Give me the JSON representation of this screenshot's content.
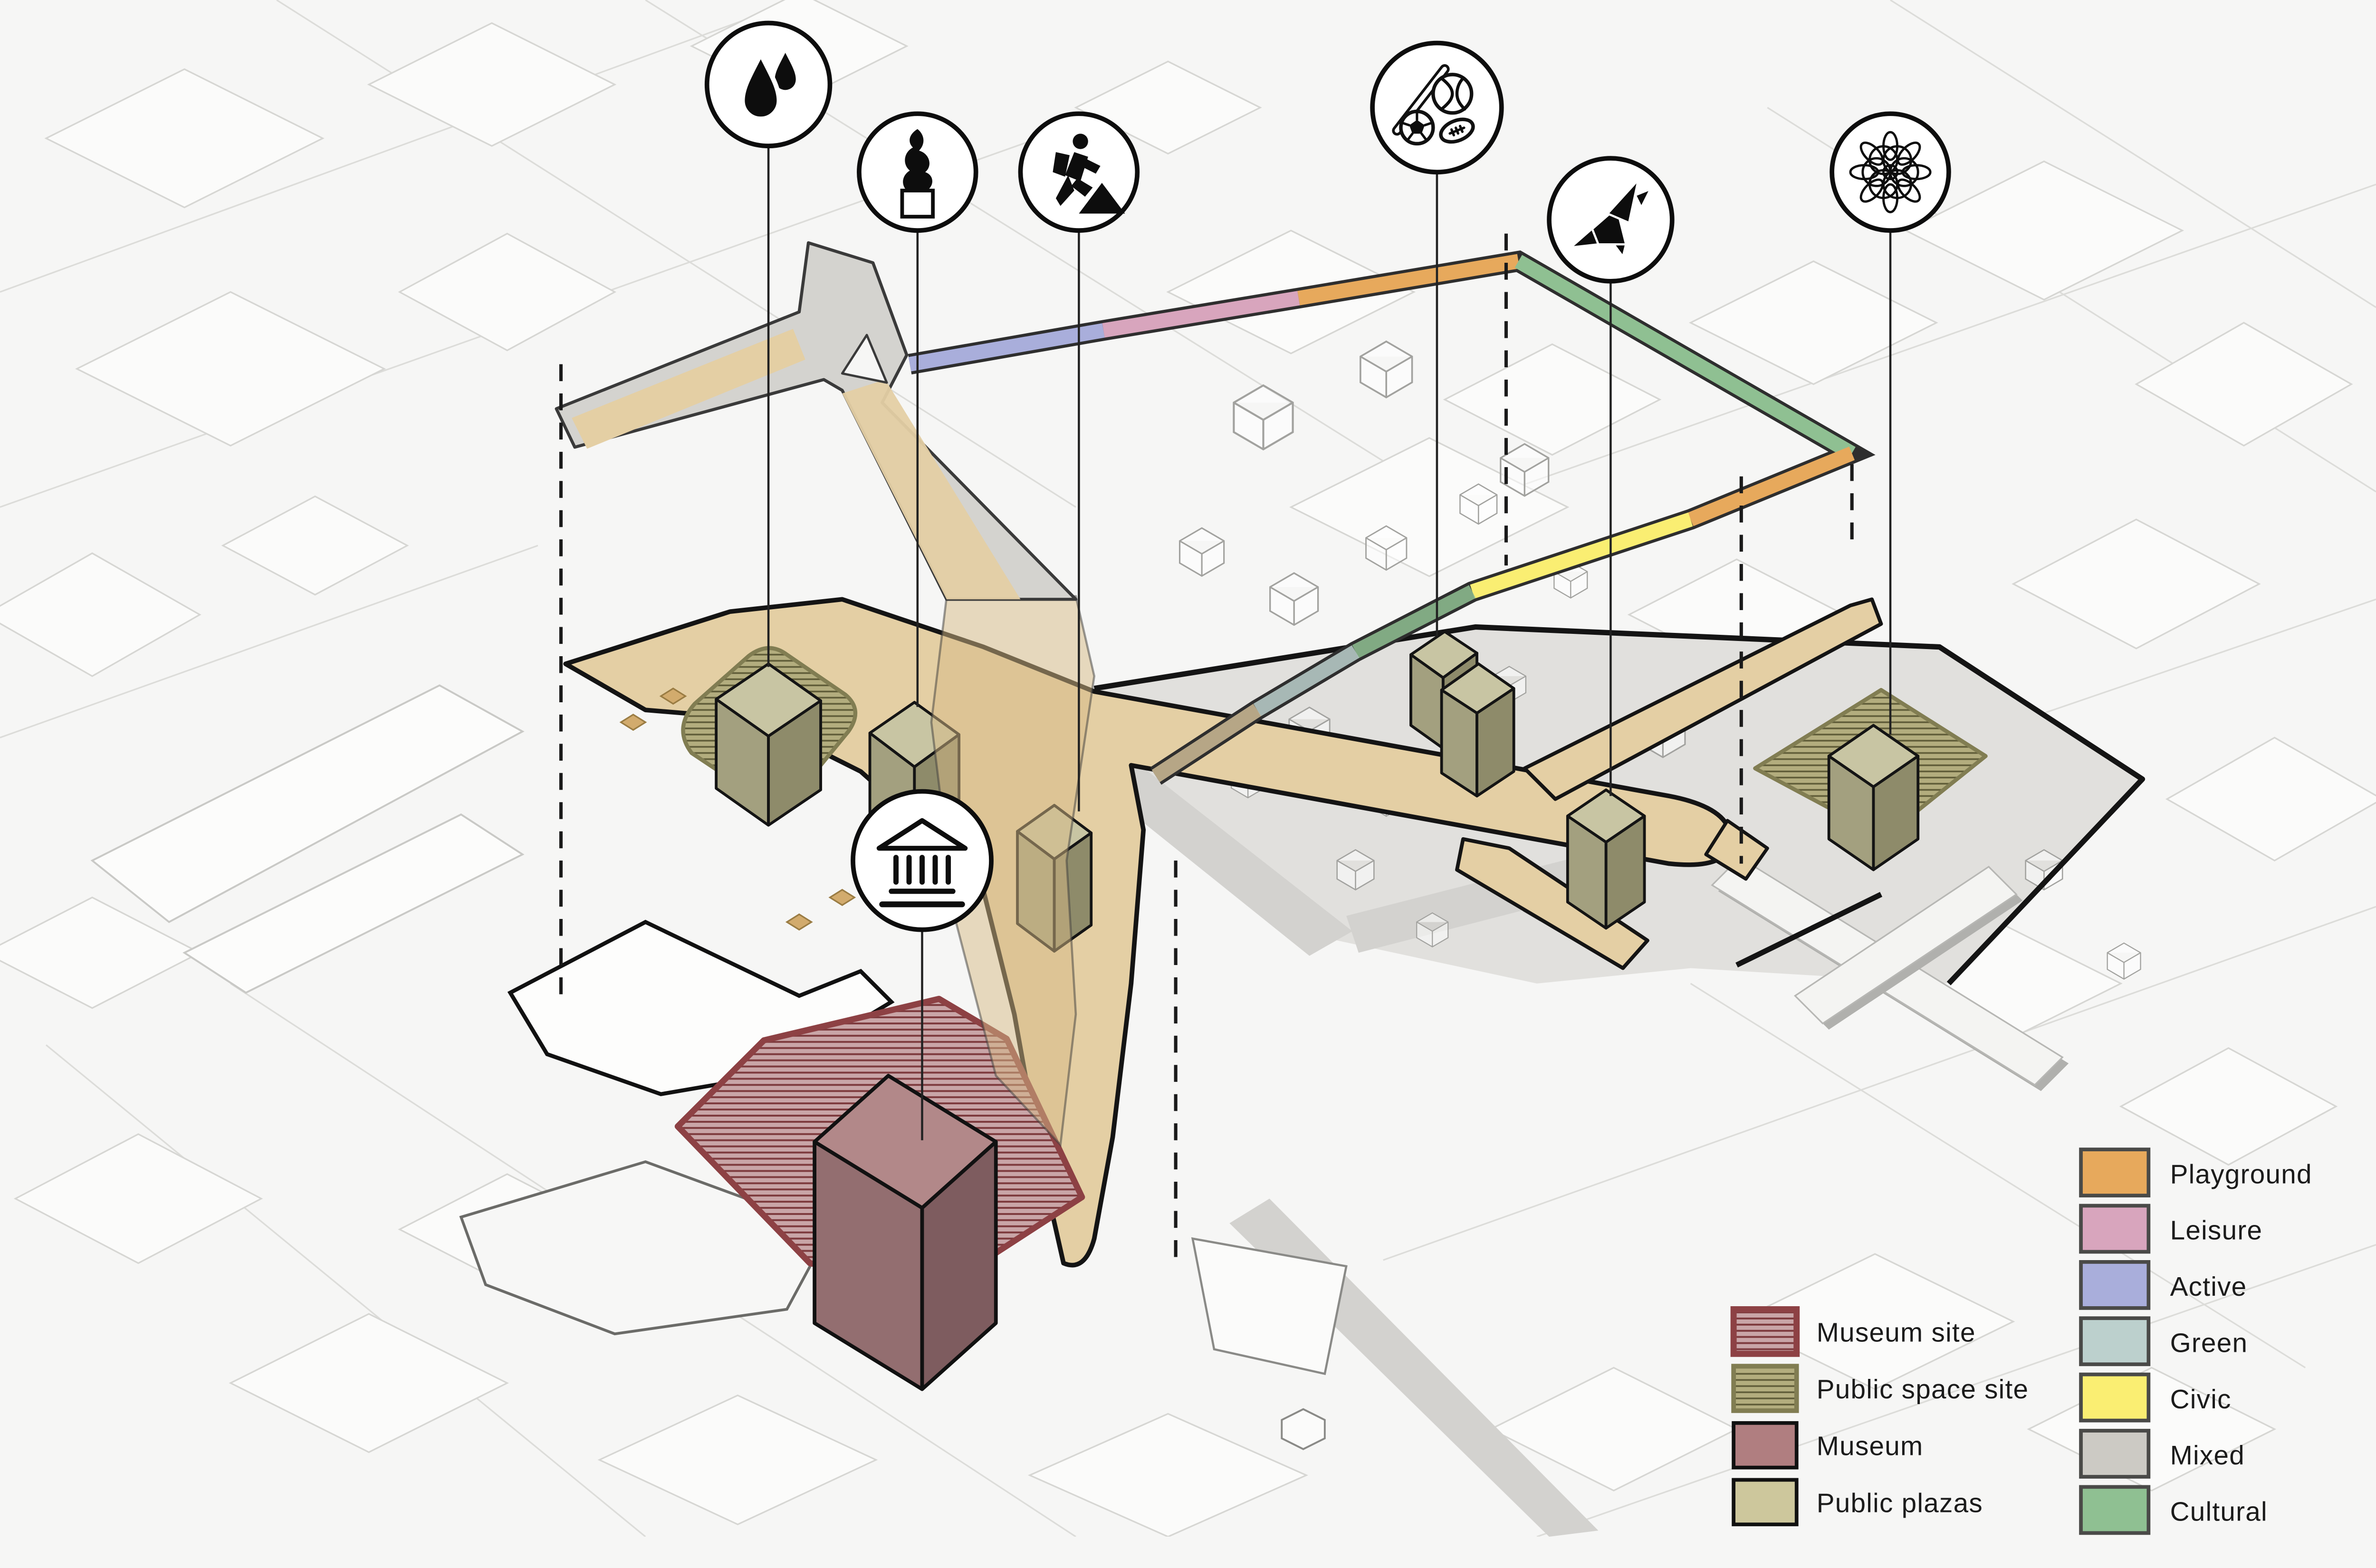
{
  "diagram": {
    "type": "axonometric-urban-design-diagram",
    "icons": [
      {
        "id": "water-feature-icon",
        "depicts": "two water drops"
      },
      {
        "id": "public-art-icon",
        "depicts": "sculpture on pedestal"
      },
      {
        "id": "hiking-icon",
        "depicts": "hiker climbing mound"
      },
      {
        "id": "museum-icon",
        "depicts": "classical museum building"
      },
      {
        "id": "sports-icon",
        "depicts": "baseball bat, baseball, soccer ball, football"
      },
      {
        "id": "origami-icon",
        "depicts": "origami crane"
      },
      {
        "id": "mandala-icon",
        "depicts": "lotus mandala flower"
      }
    ]
  },
  "legend": {
    "sites": [
      {
        "label": "Museum site",
        "fill": "#c9a5a7",
        "border": "#8d4144",
        "hatch": "#7e3b3e"
      },
      {
        "label": "Public space site",
        "fill": "#b3ad7e",
        "border": "#817d52",
        "hatch": "#5f5c38"
      },
      {
        "label": "Museum",
        "fill": "#b07e80",
        "border": "#111111"
      },
      {
        "label": "Public plazas",
        "fill": "#cdc79c",
        "border": "#111111"
      }
    ],
    "programs": [
      {
        "label": "Playground",
        "color": "#e7a95c"
      },
      {
        "label": "Leisure",
        "color": "#d8a5bd"
      },
      {
        "label": "Active",
        "color": "#a9aedb"
      },
      {
        "label": "Green",
        "color": "#bcd0cd"
      },
      {
        "label": "Civic",
        "color": "#faee72"
      },
      {
        "label": "Mixed",
        "color": "#cccac4"
      },
      {
        "label": "Cultural",
        "color": "#8fc092"
      }
    ]
  },
  "colors": {
    "bg": "#f6f6f5",
    "ink": "#141414",
    "plaza": "#e4cfa4",
    "ramp-grey": "#d4d3cf",
    "ground-grey": "#e1e0dd",
    "street-grey": "#d3d2cf",
    "cube-top": "#c8c5a3",
    "cube-left": "#a3a07f",
    "cube-right": "#8e8b6a",
    "museum-top": "#b28889",
    "museum-left": "#936e70",
    "museum-right": "#7e5c5f",
    "museum-site-fill": "#c9a5a7",
    "museum-site-line": "#8d4144",
    "museum-site-hatch": "#7e3b3e",
    "ps-site-fill": "#b3ad7e",
    "ps-site-line": "#817d52",
    "ps-site-hatch": "#5f5c38",
    "museum-solid": "#b07e80",
    "plaza-solid": "#cdc79c",
    "playground": "#e7a95c",
    "leisure": "#d8a5bd",
    "active": "#a9aedb",
    "green": "#bcd0cd",
    "civic": "#faee72",
    "mixed": "#cccac4",
    "cultural": "#8fc092"
  }
}
